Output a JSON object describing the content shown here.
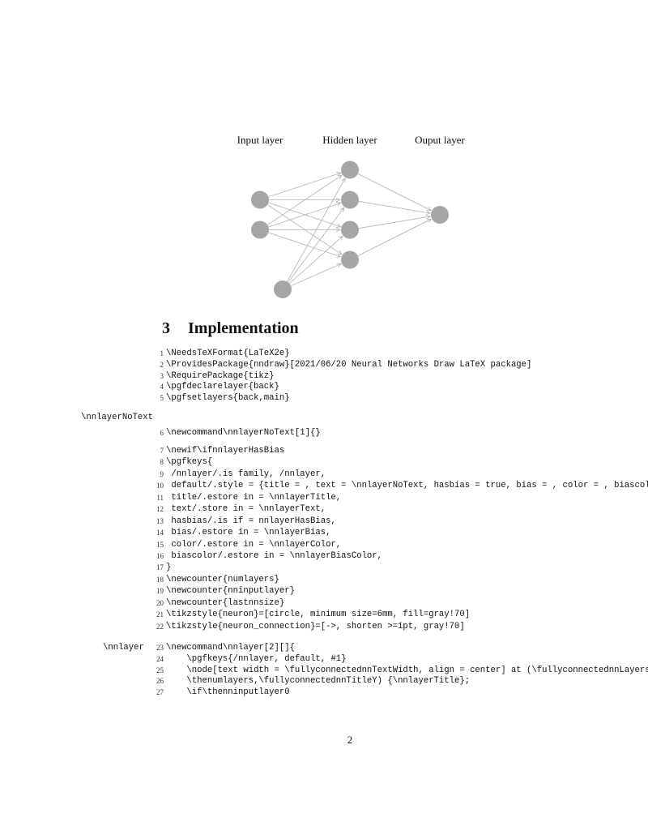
{
  "figure": {
    "layer_titles": [
      "Input layer",
      "Hidden layer",
      "Ouput layer"
    ],
    "layers": [
      {
        "name": "input",
        "neurons": 2,
        "has_bias": true
      },
      {
        "name": "hidden",
        "neurons": 4,
        "has_bias": false
      },
      {
        "name": "output",
        "neurons": 1,
        "has_bias": false
      }
    ],
    "neuron_color": "#a6a6a6",
    "connection_color": "#b3b3b3"
  },
  "section": {
    "number": "3",
    "title": "Implementation"
  },
  "margin_labels": [
    "\\nnlayerNoText",
    "\\nnlayer"
  ],
  "code_blocks": [
    {
      "lines": [
        {
          "n": "1",
          "text": "\\NeedsTeXFormat{LaTeX2e}"
        },
        {
          "n": "2",
          "text": "\\ProvidesPackage{nndraw}[2021/06/20 Neural Networks Draw LaTeX package]"
        },
        {
          "n": "3",
          "text": "\\RequirePackage{tikz}"
        },
        {
          "n": "4",
          "text": "\\pgfdeclarelayer{back}"
        },
        {
          "n": "5",
          "text": "\\pgfsetlayers{back,main}"
        }
      ]
    },
    {
      "lines": [
        {
          "n": "6",
          "text": "\\newcommand\\nnlayerNoText[1]{}"
        }
      ]
    },
    {
      "lines": [
        {
          "n": "7",
          "text": "\\newif\\ifnnlayerHasBias"
        },
        {
          "n": "8",
          "text": "\\pgfkeys{"
        },
        {
          "n": "9",
          "text": " /nnlayer/.is family, /nnlayer,"
        },
        {
          "n": "10",
          "text": " default/.style = {title = , text = \\nnlayerNoText, hasbias = true, bias = , color = , biascolor"
        },
        {
          "n": "11",
          "text": " title/.estore in = \\nnlayerTitle,"
        },
        {
          "n": "12",
          "text": " text/.store in = \\nnlayerText,"
        },
        {
          "n": "13",
          "text": " hasbias/.is if = nnlayerHasBias,"
        },
        {
          "n": "14",
          "text": " bias/.estore in = \\nnlayerBias,"
        },
        {
          "n": "15",
          "text": " color/.estore in = \\nnlayerColor,"
        },
        {
          "n": "16",
          "text": " biascolor/.estore in = \\nnlayerBiasColor,"
        },
        {
          "n": "17",
          "text": "}"
        },
        {
          "n": "18",
          "text": "\\newcounter{numlayers}"
        },
        {
          "n": "19",
          "text": "\\newcounter{nninputlayer}"
        },
        {
          "n": "20",
          "text": "\\newcounter{lastnnsize}"
        },
        {
          "n": "21",
          "text": "\\tikzstyle{neuron}=[circle, minimum size=6mm, fill=gray!70]"
        },
        {
          "n": "22",
          "text": "\\tikzstyle{neuron_connection}=[->, shorten >=1pt, gray!70]"
        }
      ]
    },
    {
      "lines": [
        {
          "n": "23",
          "text": "\\newcommand\\nnlayer[2][]{"
        },
        {
          "n": "24",
          "text": "    \\pgfkeys{/nnlayer, default, #1}"
        },
        {
          "n": "25",
          "text": "    \\node[text width = \\fullyconnectednnTextWidth, align = center] at (\\fullyconnectednnLayersep*"
        },
        {
          "n": "26",
          "text": "    \\thenumlayers,\\fullyconnectednnTitleY) {\\nnlayerTitle};"
        },
        {
          "n": "27",
          "text": "    \\if\\thenninputlayer0"
        }
      ]
    }
  ],
  "page_number": "2"
}
